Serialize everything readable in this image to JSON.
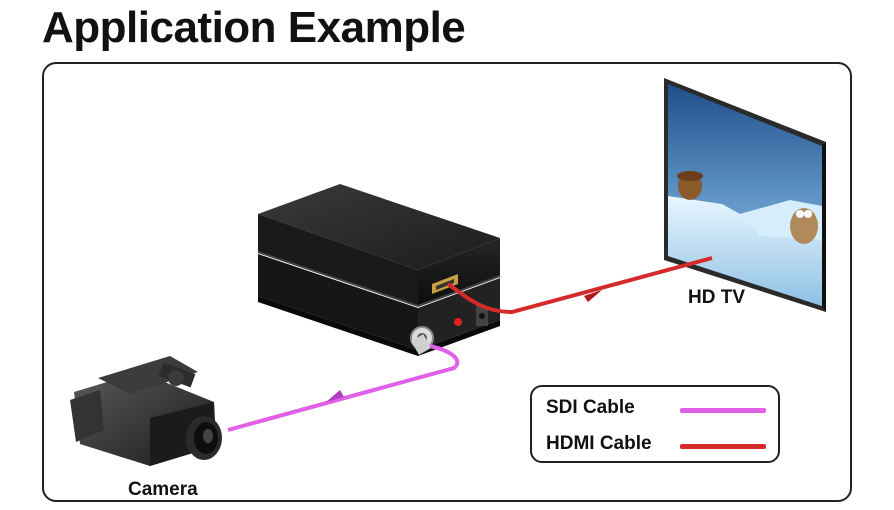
{
  "title": "Application Example",
  "labels": {
    "hdtv": "HD TV",
    "camera": "Camera"
  },
  "legend": {
    "sdi": {
      "label": "SDI Cable",
      "color": "#e060e8"
    },
    "hdmi": {
      "label": "HDMI Cable",
      "color": "#d42a2a"
    }
  },
  "icons": [
    "hd-tv-icon",
    "converter-box-icon",
    "video-camera-icon",
    "sdi-bnc-connector-icon",
    "hdmi-port-icon",
    "power-led-icon"
  ],
  "colors": {
    "sdi_cable": "#e060e8",
    "hdmi_cable": "#d42a2a"
  }
}
